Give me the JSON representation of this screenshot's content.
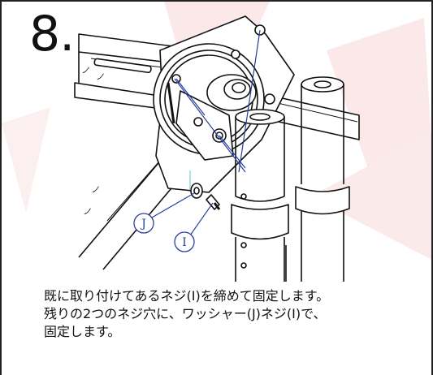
{
  "step": {
    "number": "8.",
    "lines": [
      "既に取り付けてあるネジ(I)を締めて固定します。",
      "残りの2つのネジ穴に、ワッシャー(J)ネジ(I)で、",
      "固定します。"
    ]
  },
  "callouts": {
    "washer": "J",
    "screw": "I"
  },
  "colors": {
    "callout_line": "#2a3f9c",
    "watermark": "#f6dcdc"
  }
}
